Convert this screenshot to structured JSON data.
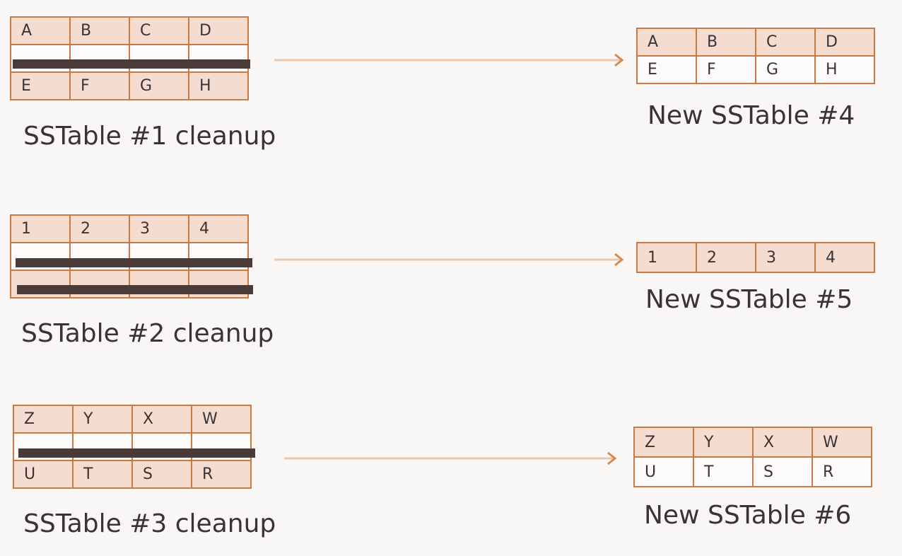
{
  "colors": {
    "cell_border": "#c97a42",
    "cell_fill": "#f4ddd0",
    "strike": "#4a3b39",
    "arrow": "#d88a4e"
  },
  "rows": [
    {
      "source": {
        "caption": "SSTable #1 cleanup",
        "cells": [
          [
            "A",
            "B",
            "C",
            "D"
          ],
          [
            "",
            "",
            "",
            ""
          ],
          [
            "E",
            "F",
            "G",
            "H"
          ]
        ],
        "deleted_rows": [
          1
        ]
      },
      "target": {
        "caption": "New SSTable #4",
        "cells": [
          [
            "A",
            "B",
            "C",
            "D"
          ],
          [
            "E",
            "F",
            "G",
            "H"
          ]
        ]
      }
    },
    {
      "source": {
        "caption": "SSTable #2 cleanup",
        "cells": [
          [
            "1",
            "2",
            "3",
            "4"
          ],
          [
            "",
            "",
            "",
            ""
          ],
          [
            "",
            "",
            "",
            ""
          ]
        ],
        "deleted_rows": [
          1,
          2
        ]
      },
      "target": {
        "caption": "New SSTable #5",
        "cells": [
          [
            "1",
            "2",
            "3",
            "4"
          ]
        ]
      }
    },
    {
      "source": {
        "caption": "SSTable #3 cleanup",
        "cells": [
          [
            "Z",
            "Y",
            "X",
            "W"
          ],
          [
            "",
            "",
            "",
            ""
          ],
          [
            "U",
            "T",
            "S",
            "R"
          ]
        ],
        "deleted_rows": [
          1
        ]
      },
      "target": {
        "caption": "New SSTable #6",
        "cells": [
          [
            "Z",
            "Y",
            "X",
            "W"
          ],
          [
            "U",
            "T",
            "S",
            "R"
          ]
        ]
      }
    }
  ]
}
